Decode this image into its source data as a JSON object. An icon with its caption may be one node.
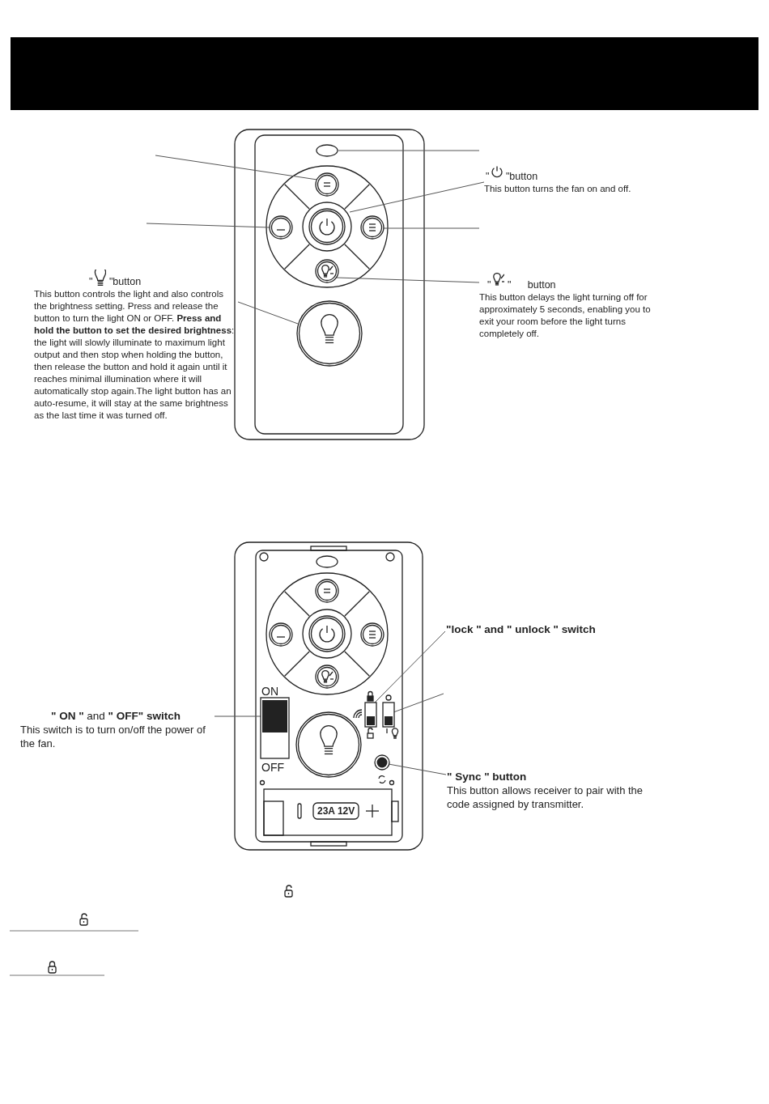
{
  "diagram": {
    "nodes": [
      {
        "text": [],
        "shape": "circle"
      },
      {
        "text": [],
        "shape": "circle"
      },
      {
        "text": [],
        "shape": "circle"
      },
      {
        "text": [],
        "shape": "circle"
      },
      {
        "text": [],
        "shape": "circle"
      },
      {
        "text": [],
        "shape": "circle"
      },
      {
        "text": [],
        "shape": "circle"
      },
      {
        "text": [
          "\" \"button",
          "This button controls the light and also controls the brightness setting. Press and release the button to turn the light ON or OFF. **Press and hold the button to set the desired brightness**: the light will slowly illuminate to maximum light output and then stop when holding the button, then release the button and hold it again until it reaches minimal illumination where it will automatically stop again.The light button has an auto-resume, it will stay at the same brightness as the last time it was turned off."
        ]
      },
      {
        "text": [
          "\" \"button",
          "This button turns the fan on and off."
        ]
      },
      {
        "text": [
          "\" \" button",
          "This button delays the light turning off for approximately 5 seconds, enabling you to exit your room before the light turns completely off."
        ]
      },
      {
        "text": [],
        "shape": "box",
        "beside": [
          "ON",
          "OFF"
        ]
      },
      {
        "text": [],
        "shape": "box"
      },
      {
        "text": [],
        "shape": "box"
      },
      {
        "text": [],
        "shape": "circle"
      },
      {
        "text": [
          "**\" ON \"** and **\" OFF\" switch**",
          "This switch is to turn on/off the power of the fan."
        ]
      },
      {
        "text": [
          "\"lock \" and \" unlock \" switch"
        ]
      },
      {
        "text": [
          "\" Sync \" button",
          "This button allows receiver to pair with the code assigned by transmitter."
        ]
      }
    ],
    "edges": [
      {
        "from": null,
        "to": 1,
        "arrow": "none"
      },
      {
        "from": null,
        "to": 2,
        "arrow": "none"
      },
      {
        "from": 0,
        "to": null,
        "arrow": "none"
      },
      {
        "from": 8,
        "to": 3,
        "arrow": "none"
      },
      {
        "from": 4,
        "to": null,
        "arrow": "none"
      },
      {
        "from": 9,
        "to": 5,
        "arrow": "none"
      },
      {
        "from": 7,
        "to": 6,
        "arrow": "none"
      },
      {
        "from": 14,
        "to": 10,
        "arrow": "none"
      },
      {
        "from": 15,
        "to": 11,
        "arrow": "none"
      },
      {
        "from": null,
        "to": 12,
        "arrow": "none"
      },
      {
        "from": 16,
        "to": 13,
        "arrow": "none"
      }
    ],
    "labels": [
      "23A 12V"
    ]
  }
}
